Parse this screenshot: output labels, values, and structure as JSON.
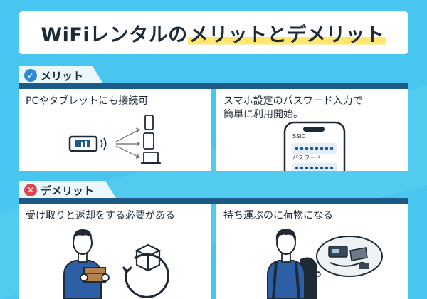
{
  "title": {
    "lead": "WiFiレンタル",
    "mid": "の",
    "mark": "メリットとデメリット"
  },
  "merits": {
    "heading": "メリット",
    "icon": "check-icon",
    "items": [
      {
        "text": "PCやタブレットにも接続可"
      },
      {
        "text": "スマホ設定のパスワード入力で\n簡単に利用開始。"
      }
    ],
    "phone_labels": {
      "ssid": "SSID",
      "password": "パスワード"
    }
  },
  "demerits": {
    "heading": "デメリット",
    "icon": "cross-icon",
    "items": [
      {
        "text": "受け取りと返却をする必要がある"
      },
      {
        "text": "持ち運ぶのに荷物になる"
      }
    ]
  },
  "colors": {
    "background": "#48c6ef",
    "section_bar": "#1c5b87",
    "check": "#2c8ad4",
    "cross": "#e0474c",
    "highlight": "#ffe66d"
  }
}
